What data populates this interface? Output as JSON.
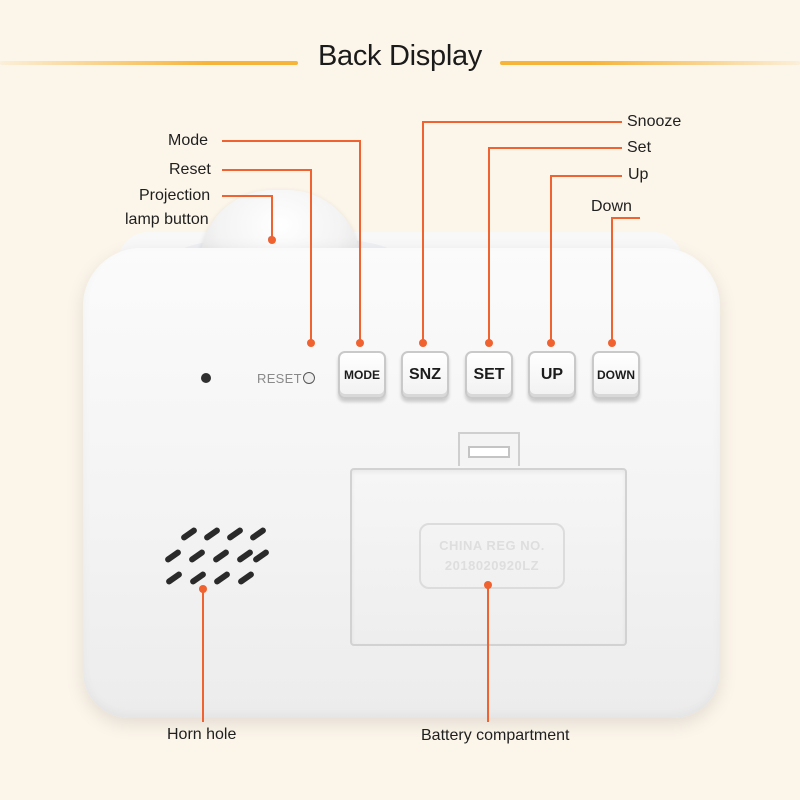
{
  "title": "Back Display",
  "colors": {
    "accent_line": "#f6b43a",
    "leader": "#f0622f",
    "background": "#fcf5ea",
    "device": "#f5f5f5"
  },
  "labels": {
    "mode": "Mode",
    "reset": "Reset",
    "projection_line1": "Projection",
    "projection_line2": "lamp button",
    "snooze": "Snooze",
    "set": "Set",
    "up": "Up",
    "down": "Down",
    "horn_hole": "Horn hole",
    "battery_compartment": "Battery compartment"
  },
  "device": {
    "reset_text": "RESET",
    "buttons": {
      "mode": "MODE",
      "snz": "SNZ",
      "set": "SET",
      "up": "UP",
      "down": "DOWN"
    },
    "cert_line1": "CHINA REG NO.",
    "cert_line2": "2018020920LZ"
  },
  "icons": {
    "sensor": "sensor-hole",
    "speaker": "speaker-grille-icon",
    "lamp": "projection-lamp-icon"
  }
}
